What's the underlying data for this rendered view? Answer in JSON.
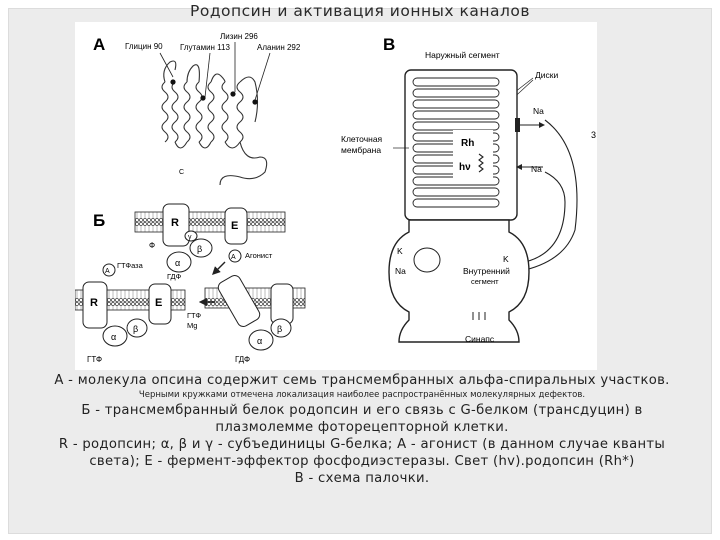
{
  "slide": {
    "title": "Родопсин и активация ионных каналов"
  },
  "figure": {
    "panel_a": {
      "letter": "А",
      "labels": {
        "glycine": "Глицин 90",
        "glutamine": "Глутамин 113",
        "lysine": "Лизин 296",
        "alanine": "Аланин 292",
        "c_term": "C"
      }
    },
    "panel_b": {
      "letter": "Б",
      "labels": {
        "R": "R",
        "E": "E",
        "alpha": "α",
        "beta": "β",
        "gamma": "γ",
        "phi": "Ф",
        "agonist_circle": "A",
        "agonist": "Агонист",
        "gtpase": "ГТФаза",
        "gdp": "ГДФ",
        "gtp": "ГТФ",
        "mg": "Mg",
        "gdp2": "ГДФ"
      }
    },
    "panel_v": {
      "letter": "В",
      "labels": {
        "outer": "Наружный сегмент",
        "discs": "Диски",
        "na": "Na",
        "rh": "Rh",
        "hv": "hν",
        "membrane1": "Клеточная",
        "membrane2": "мембрана",
        "k": "K",
        "inner1": "Внутренний",
        "inner2": "сегмент",
        "synapse": "Синапс",
        "three": "3"
      }
    }
  },
  "caption": {
    "line_a": "А - молекула опсина содержит семь трансмембранных альфа-спиральных участков.",
    "line_small": "Черными кружками отмечена локализация наиболее распространённых молекулярных дефектов.",
    "line_b1": "Б - трансмембранный белок родопсин и его связь с G-белком (трансдуцин) в",
    "line_b2": "плазмолемме фоторецепторной клетки.",
    "line_r1": "R - родопсин; α, β и γ - субъединицы G-белка; A - агонист (в данном случае кванты",
    "line_r2": "света); E - фермент-эффектор фосфодиэстеразы. Свет (hv).родопсин (Rh*)",
    "line_v": "В - схема палочки."
  }
}
